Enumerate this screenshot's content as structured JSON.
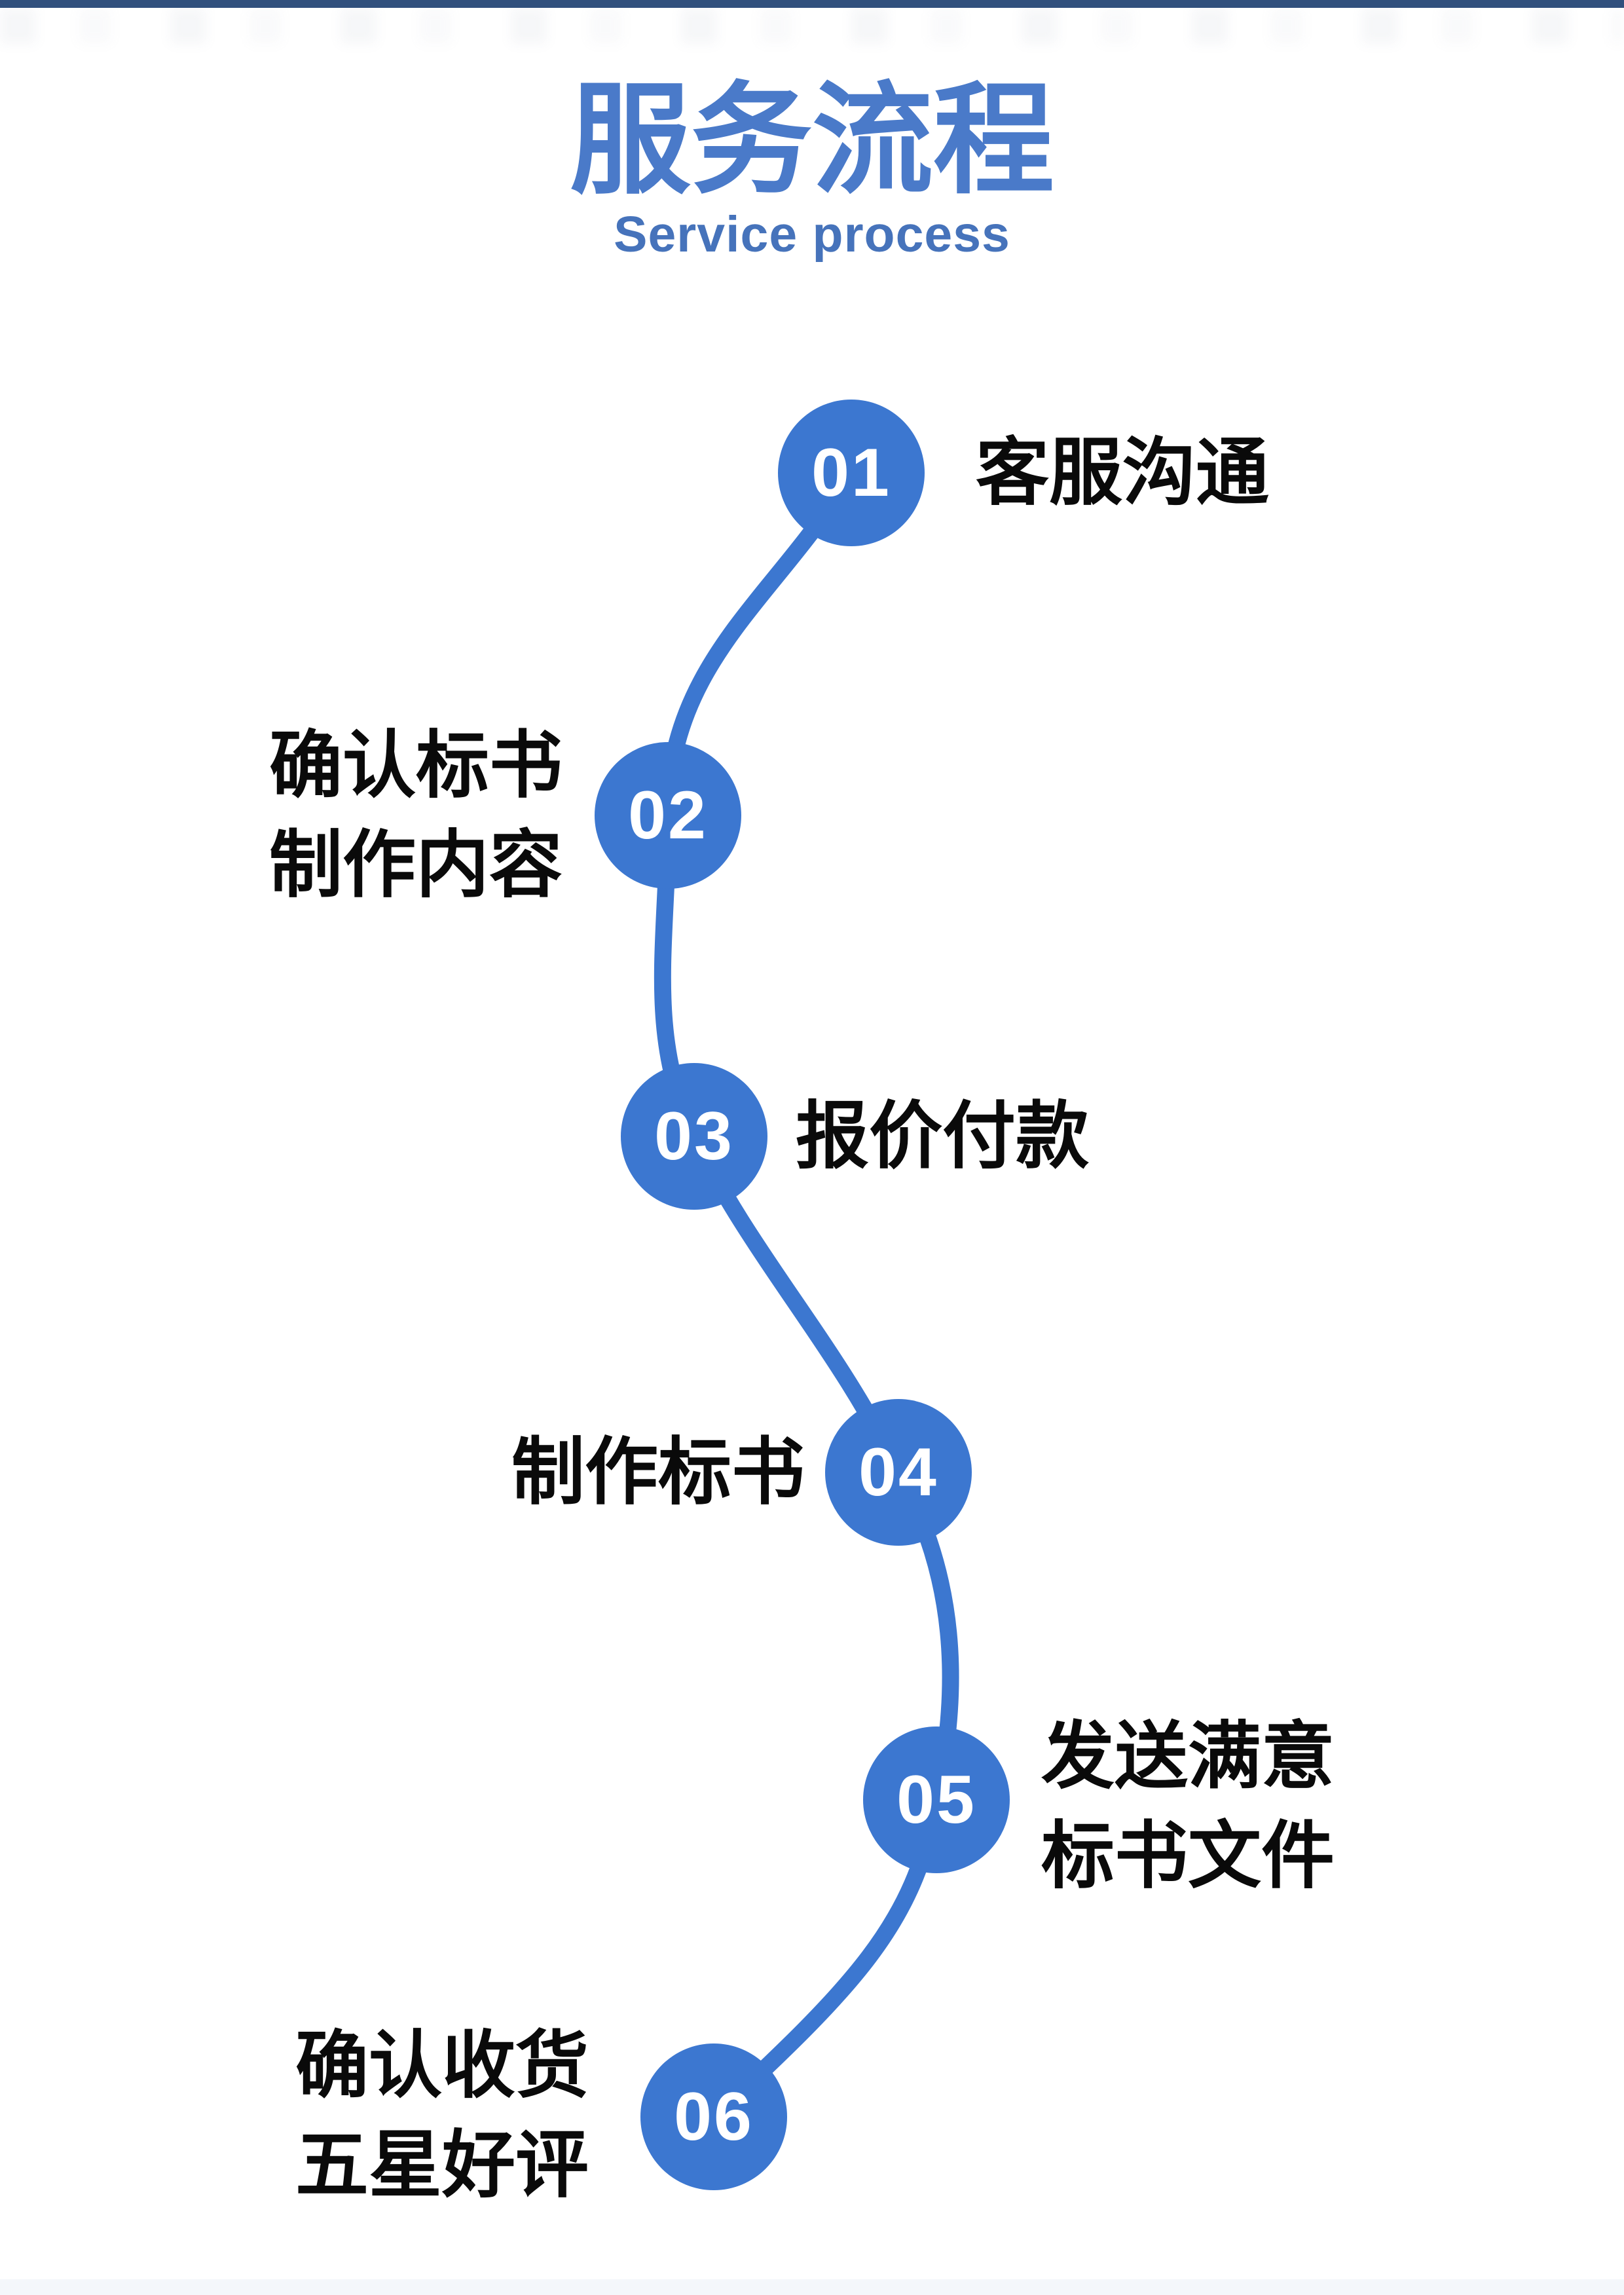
{
  "header": {
    "title": "服务流程",
    "subtitle": "Service process"
  },
  "steps": [
    {
      "number": "01",
      "lines": [
        "客服沟通"
      ]
    },
    {
      "number": "02",
      "lines": [
        "确认标书",
        "制作内容"
      ]
    },
    {
      "number": "03",
      "lines": [
        "报价付款"
      ]
    },
    {
      "number": "04",
      "lines": [
        "制作标书"
      ]
    },
    {
      "number": "05",
      "lines": [
        "发送满意",
        "标书文件"
      ]
    },
    {
      "number": "06",
      "lines": [
        "确认收货",
        "五星好评"
      ]
    }
  ],
  "colors": {
    "accent": "#3c77d0",
    "title": "#4a7ac9",
    "subtitle": "#4673bb",
    "top_bar": "#31507d",
    "label_text": "#0a0a0a",
    "bottom_bar": "#f4f7fb"
  }
}
